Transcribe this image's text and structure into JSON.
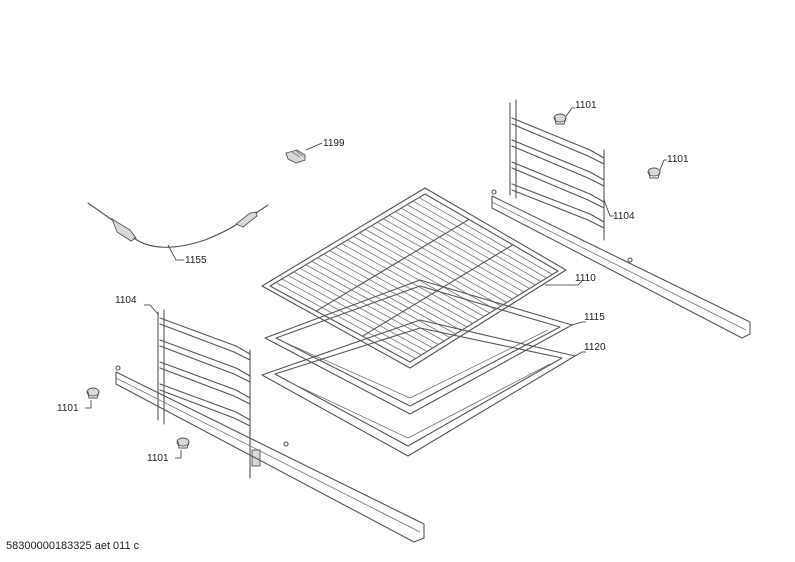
{
  "callouts": {
    "c1101_a": "1101",
    "c1101_b": "1101",
    "c1101_c": "1101",
    "c1101_d": "1101",
    "c1199": "1199",
    "c1155": "1155",
    "c1104_right": "1104",
    "c1104_left": "1104",
    "c1110": "1110",
    "c1115": "1115",
    "c1120": "1120"
  },
  "footer": {
    "document_id": "58300000183325 aet 011 c"
  }
}
